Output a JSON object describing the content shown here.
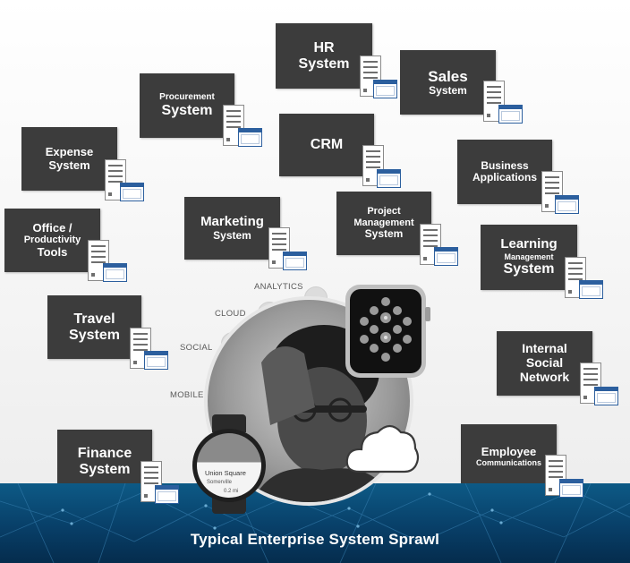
{
  "footer": {
    "title": "Typical Enterprise System Sprawl"
  },
  "systems": [
    {
      "id": "hr",
      "lines": [
        "HR",
        "System"
      ]
    },
    {
      "id": "sales",
      "lines": [
        "Sales",
        "System"
      ]
    },
    {
      "id": "procurement",
      "lines": [
        "Procurement",
        "System"
      ]
    },
    {
      "id": "crm",
      "lines": [
        "CRM"
      ]
    },
    {
      "id": "expense",
      "lines": [
        "Expense",
        "System"
      ]
    },
    {
      "id": "business",
      "lines": [
        "Business",
        "Applications"
      ]
    },
    {
      "id": "office",
      "lines": [
        "Office /",
        "Productivity",
        "Tools"
      ]
    },
    {
      "id": "marketing",
      "lines": [
        "Marketing",
        "System"
      ]
    },
    {
      "id": "project",
      "lines": [
        "Project",
        "Management",
        "System"
      ]
    },
    {
      "id": "learning",
      "lines": [
        "Learning",
        "Management",
        "System"
      ]
    },
    {
      "id": "travel",
      "lines": [
        "Travel",
        "System"
      ]
    },
    {
      "id": "social",
      "lines": [
        "Internal",
        "Social",
        "Network"
      ]
    },
    {
      "id": "finance",
      "lines": [
        "Finance",
        "System"
      ]
    },
    {
      "id": "employee",
      "lines": [
        "Employee",
        "Communications"
      ]
    }
  ],
  "arc": {
    "analytics": "ANALYTICS",
    "cloud": "CLOUD",
    "social": "SOCIAL",
    "mobile": "MOBILE"
  },
  "round_watch": {
    "place": "Union Square",
    "area": "Somerville",
    "distance": "0.2 mi"
  },
  "colors": {
    "box": "#3c3c3c",
    "accent_blue": "#2c5f9e",
    "footer_blue": "#0b4f7a"
  },
  "icons": [
    "server-icon",
    "window-icon",
    "cloud-icon",
    "watch-icon"
  ]
}
